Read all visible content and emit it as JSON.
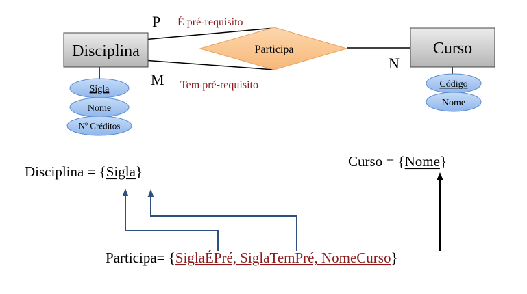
{
  "er": {
    "entity_disciplina": "Disciplina",
    "entity_curso": "Curso",
    "relationship": "Participa",
    "card_p": "P",
    "card_m": "M",
    "card_n": "N",
    "role_e_pre": "É pré-requisito",
    "role_tem_pre": "Tem pré-requisito",
    "attr_sigla": "Sigla",
    "attr_nome": "Nome",
    "attr_creditos": "Nº Créditos",
    "attr_codigo": "Código",
    "attr_curso_nome": "Nome"
  },
  "schema": {
    "disciplina_prefix": "Disciplina = {",
    "disciplina_key": "Sigla",
    "disciplina_suffix": "}",
    "curso_prefix": "Curso = {",
    "curso_key": "Nome",
    "curso_suffix": "}",
    "participa_prefix": "Participa= {",
    "participa_fields": "SiglaÉPré, SiglaTemPré, NomeCurso",
    "participa_suffix": "}"
  },
  "colors": {
    "entity_fill_top": "#e9e9e9",
    "entity_fill_bottom": "#b9b9b9",
    "diamond_fill": "#fbc896",
    "attr_fill": "#a9c9f2",
    "attr_stroke": "#5b8bd0",
    "role_text": "#8b1a1a",
    "fk_text": "#8b1a1a",
    "arrow_blue": "#2f4f7f",
    "arrow_black": "#000000"
  }
}
